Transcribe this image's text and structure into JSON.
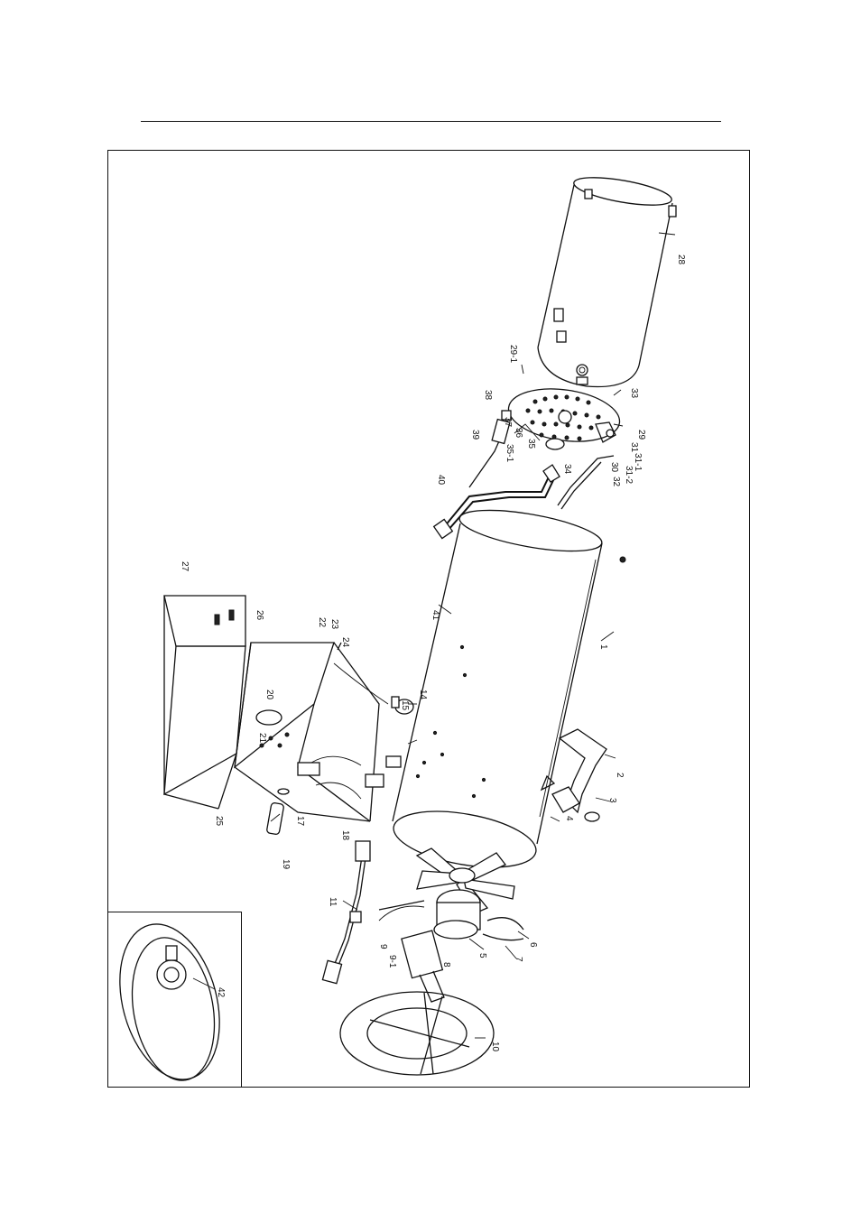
{
  "diagram": {
    "callouts": [
      {
        "id": "c1",
        "text": "1"
      },
      {
        "id": "c2",
        "text": "2"
      },
      {
        "id": "c3",
        "text": "3"
      },
      {
        "id": "c4",
        "text": "4"
      },
      {
        "id": "c5",
        "text": "5"
      },
      {
        "id": "c6",
        "text": "6"
      },
      {
        "id": "c7",
        "text": "7"
      },
      {
        "id": "c8",
        "text": "8"
      },
      {
        "id": "c9",
        "text": "9"
      },
      {
        "id": "c9-1",
        "text": "9-1"
      },
      {
        "id": "c10",
        "text": "10"
      },
      {
        "id": "c11",
        "text": "11"
      },
      {
        "id": "c14",
        "text": "14"
      },
      {
        "id": "c15",
        "text": "15"
      },
      {
        "id": "c17",
        "text": "17"
      },
      {
        "id": "c18",
        "text": "18"
      },
      {
        "id": "c19",
        "text": "19"
      },
      {
        "id": "c20",
        "text": "20"
      },
      {
        "id": "c21",
        "text": "21"
      },
      {
        "id": "c22",
        "text": "22"
      },
      {
        "id": "c23",
        "text": "23"
      },
      {
        "id": "c24",
        "text": "24"
      },
      {
        "id": "c25",
        "text": "25"
      },
      {
        "id": "c26",
        "text": "26"
      },
      {
        "id": "c27",
        "text": "27"
      },
      {
        "id": "c28",
        "text": "28"
      },
      {
        "id": "c29",
        "text": "29"
      },
      {
        "id": "c29-1",
        "text": "29-1"
      },
      {
        "id": "c30",
        "text": "30"
      },
      {
        "id": "c31",
        "text": "31"
      },
      {
        "id": "c31-1",
        "text": "31-1"
      },
      {
        "id": "c31-2",
        "text": "31-2"
      },
      {
        "id": "c32",
        "text": "32"
      },
      {
        "id": "c33",
        "text": "33"
      },
      {
        "id": "c34",
        "text": "34"
      },
      {
        "id": "c35",
        "text": "35"
      },
      {
        "id": "c35-1",
        "text": "35-1"
      },
      {
        "id": "c36",
        "text": "36"
      },
      {
        "id": "c37",
        "text": "37"
      },
      {
        "id": "c38",
        "text": "38"
      },
      {
        "id": "c39",
        "text": "39"
      },
      {
        "id": "c40",
        "text": "40"
      },
      {
        "id": "c41",
        "text": "41"
      },
      {
        "id": "c42",
        "text": "42"
      }
    ]
  }
}
